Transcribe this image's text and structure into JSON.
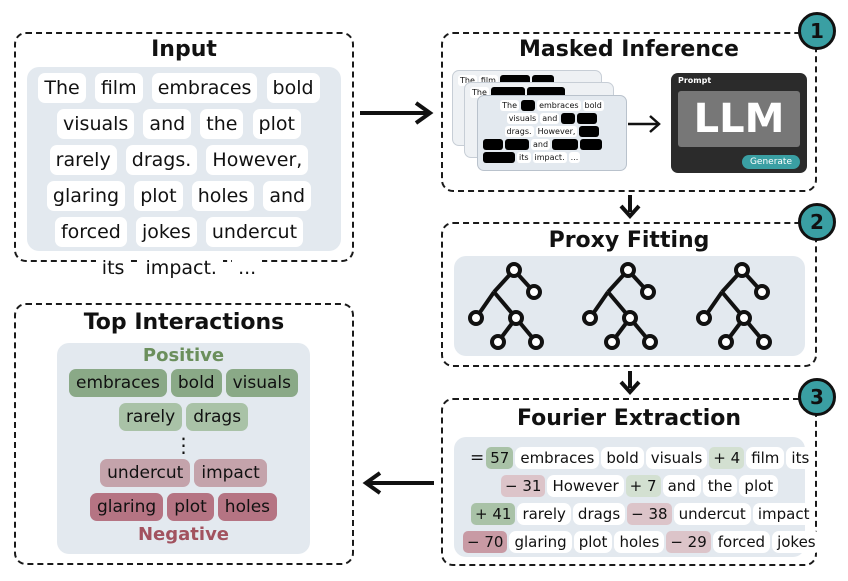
{
  "input": {
    "title": "Input",
    "tokens": [
      "The",
      "film",
      "embraces",
      "bold",
      "visuals",
      "and",
      "the",
      "plot",
      "rarely",
      "drags.",
      "However,",
      "glaring",
      "plot",
      "holes",
      "and",
      "forced",
      "jokes",
      "undercut",
      "its",
      "impact.",
      "..."
    ]
  },
  "masked": {
    "title": "Masked Inference",
    "badge": "1",
    "back_card": [
      "The",
      "film"
    ],
    "mid_card": [
      "The"
    ],
    "front_card": {
      "row1": [
        "The",
        "embraces",
        "bold"
      ],
      "row2": [
        "visuals",
        "and"
      ],
      "row3": [
        "drags.",
        "However,"
      ],
      "row4": [
        "and"
      ],
      "row5": [
        "its",
        "impact.",
        "..."
      ]
    },
    "llm": {
      "prompt_label": "Prompt",
      "name": "LLM",
      "button": "Generate"
    }
  },
  "proxy": {
    "title": "Proxy Fitting",
    "badge": "2"
  },
  "fourier": {
    "title": "Fourier Extraction",
    "badge": "3",
    "rows": [
      [
        {
          "t": "="
        },
        {
          "n": "57",
          "c": "n-g"
        },
        {
          "w": "embraces"
        },
        {
          "w": "bold"
        },
        {
          "w": "visuals"
        },
        {
          "n": "+ 4",
          "c": "n-gl"
        },
        {
          "w": "film"
        },
        {
          "w": "its"
        }
      ],
      [
        {
          "n": "− 31",
          "c": "n-rl"
        },
        {
          "w": "However"
        },
        {
          "n": "+ 7",
          "c": "n-gl"
        },
        {
          "w": "and"
        },
        {
          "w": "the"
        },
        {
          "w": "plot"
        }
      ],
      [
        {
          "n": "+ 41",
          "c": "n-g"
        },
        {
          "w": "rarely"
        },
        {
          "w": "drags"
        },
        {
          "n": "− 38",
          "c": "n-rl"
        },
        {
          "w": "undercut"
        },
        {
          "w": "impact"
        }
      ],
      [
        {
          "n": "− 70",
          "c": "n-r"
        },
        {
          "w": "glaring"
        },
        {
          "w": "plot"
        },
        {
          "w": "holes"
        },
        {
          "n": "− 29",
          "c": "n-rl"
        },
        {
          "w": "forced"
        },
        {
          "w": "jokes"
        }
      ]
    ]
  },
  "top": {
    "title": "Top Interactions",
    "positive_label": "Positive",
    "negative_label": "Negative",
    "pos_row1": [
      "embraces",
      "bold",
      "visuals"
    ],
    "pos_row2": [
      "rarely",
      "drags"
    ],
    "dots": "⋮",
    "neg_row1": [
      "undercut",
      "impact"
    ],
    "neg_row2": [
      "glaring",
      "plot",
      "holes"
    ]
  },
  "colors": {
    "badge": "#3a9fa3",
    "positive": "#6b8f5c",
    "negative": "#a2525f",
    "panel_bg": "#e3e9ef"
  }
}
